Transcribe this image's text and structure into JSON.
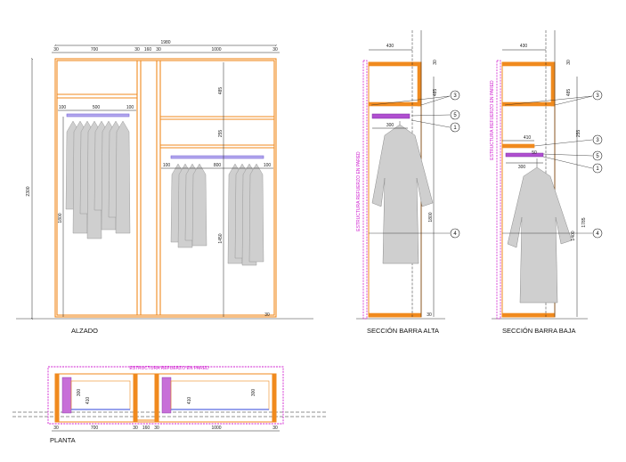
{
  "colors": {
    "carcass": "#f08a1e",
    "rail": "#7b68d8",
    "magenta": "#d020d0",
    "dimension": "#222222",
    "garment": "#c9c9c9"
  },
  "captions": {
    "alzado": "ALZADO",
    "seccion_alta": "SECCIÓN BARRA ALTA",
    "seccion_baja": "SECCIÓN BARRA BAJA",
    "planta": "PLANTA"
  },
  "wall_label": "ESTRUCTURA REFUERZO EN PARED",
  "alzado": {
    "total_width": "1980",
    "top_segments": [
      "30",
      "700",
      "30",
      "160",
      "30",
      "1000",
      "30"
    ],
    "total_height": "2300",
    "left_rail": [
      "100",
      "500",
      "100"
    ],
    "left_rail_height": "1800",
    "right_rail": [
      "100",
      "800",
      "100"
    ],
    "right_shelf_heights": [
      "485",
      "255"
    ],
    "right_rail_height": "1450",
    "base": "30"
  },
  "seccion_alta": {
    "top_width": "430",
    "top_right": "30",
    "rail_depth": "300",
    "rail_height": "1800",
    "side_height": "485",
    "base": "30",
    "callouts": [
      "3",
      "5",
      "1",
      "4"
    ]
  },
  "seccion_baja": {
    "top_width": "430",
    "top_right": "30",
    "shelf_depth": "410",
    "rail_depth": "300",
    "gap": "50",
    "side_height": "485",
    "upper_height": "255",
    "rail_height": "1400",
    "total_height": "1785",
    "callouts": [
      "3",
      "3",
      "5",
      "1",
      "4"
    ]
  },
  "planta": {
    "bottom_segments": [
      "30",
      "700",
      "30",
      "160",
      "30",
      "1000",
      "30"
    ],
    "depths": [
      "300",
      "410"
    ]
  }
}
